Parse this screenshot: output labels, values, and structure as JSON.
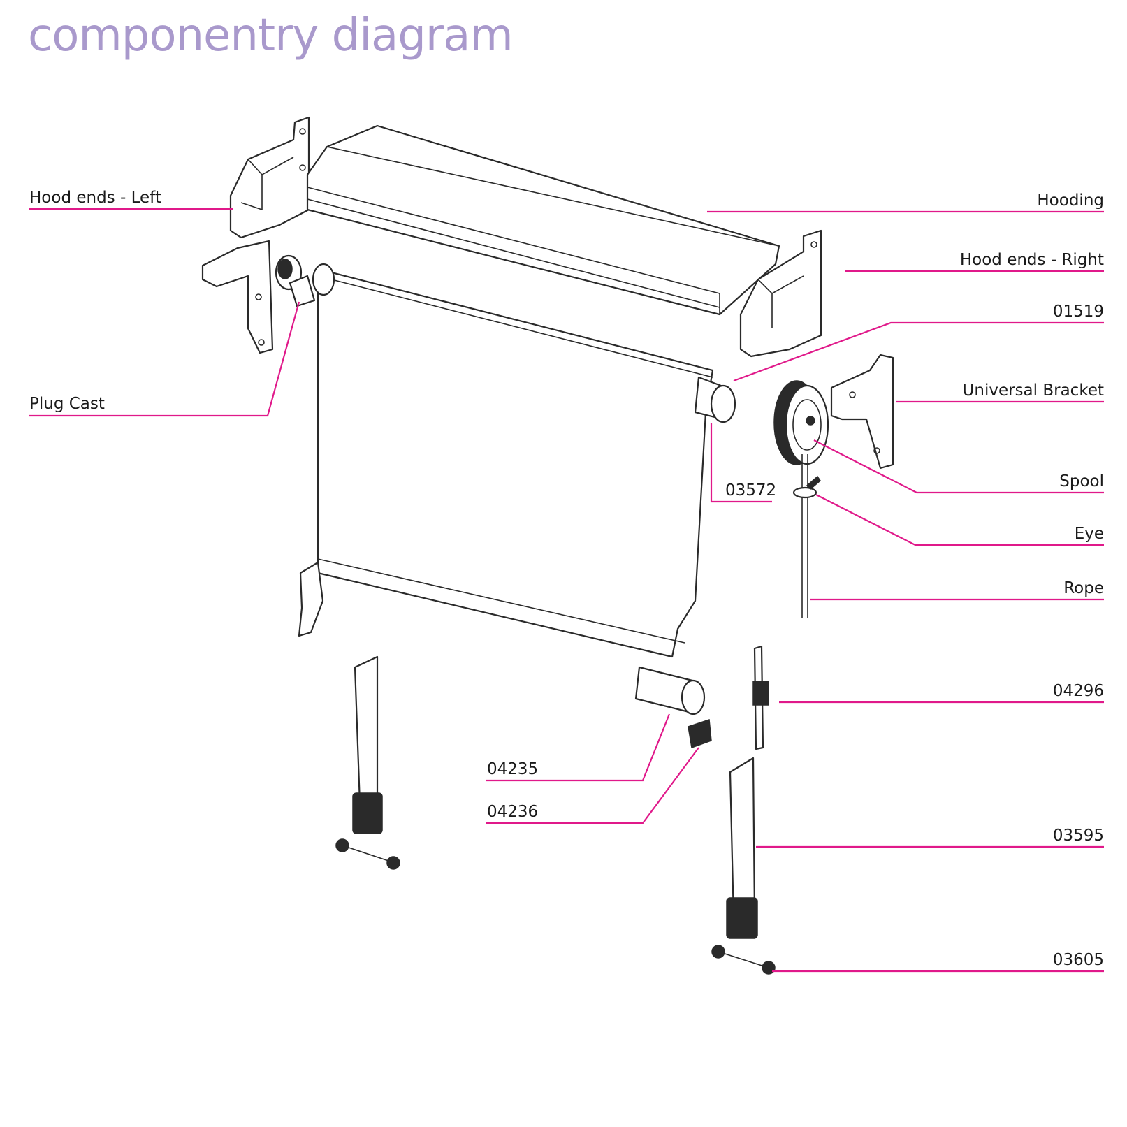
{
  "title": "componentry diagram",
  "colors": {
    "title": "#a999cc",
    "leader": "#e0198a",
    "ink": "#2a2a2a"
  },
  "labels": {
    "hood_ends_left": "Hood ends - Left",
    "plug_cast": "Plug Cast",
    "hooding": "Hooding",
    "hood_ends_right": "Hood ends - Right",
    "part_01519": "01519",
    "universal_bracket": "Universal Bracket",
    "part_03572": "03572",
    "spool": "Spool",
    "eye": "Eye",
    "rope": "Rope",
    "part_04296": "04296",
    "part_04235": "04235",
    "part_04236": "04236",
    "part_03595": "03595",
    "part_03605": "03605"
  }
}
